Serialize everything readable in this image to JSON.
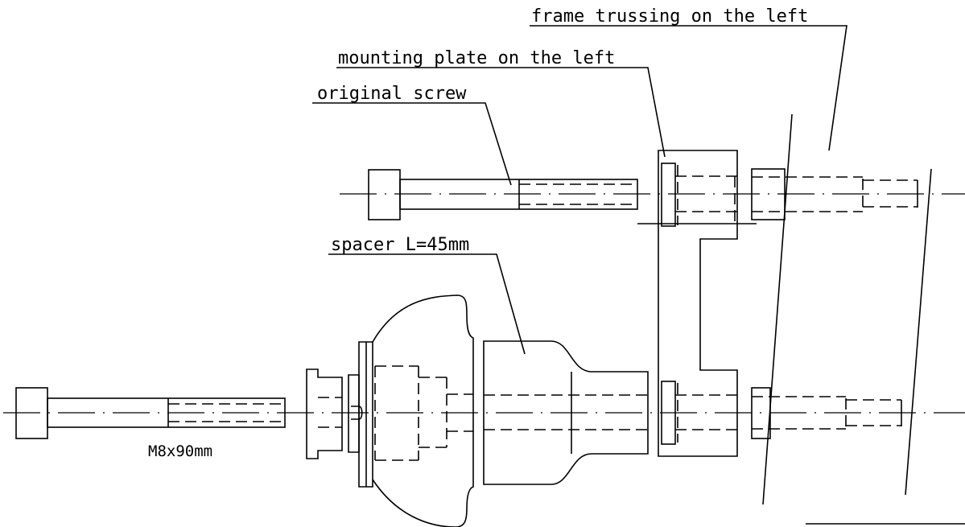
{
  "labels": {
    "frame_trussing": "frame trussing on the left",
    "mounting_plate": "mounting plate on the left",
    "original_screw": "original screw",
    "spacer": "spacer L=45mm",
    "bolt_size": "M8x90mm"
  }
}
